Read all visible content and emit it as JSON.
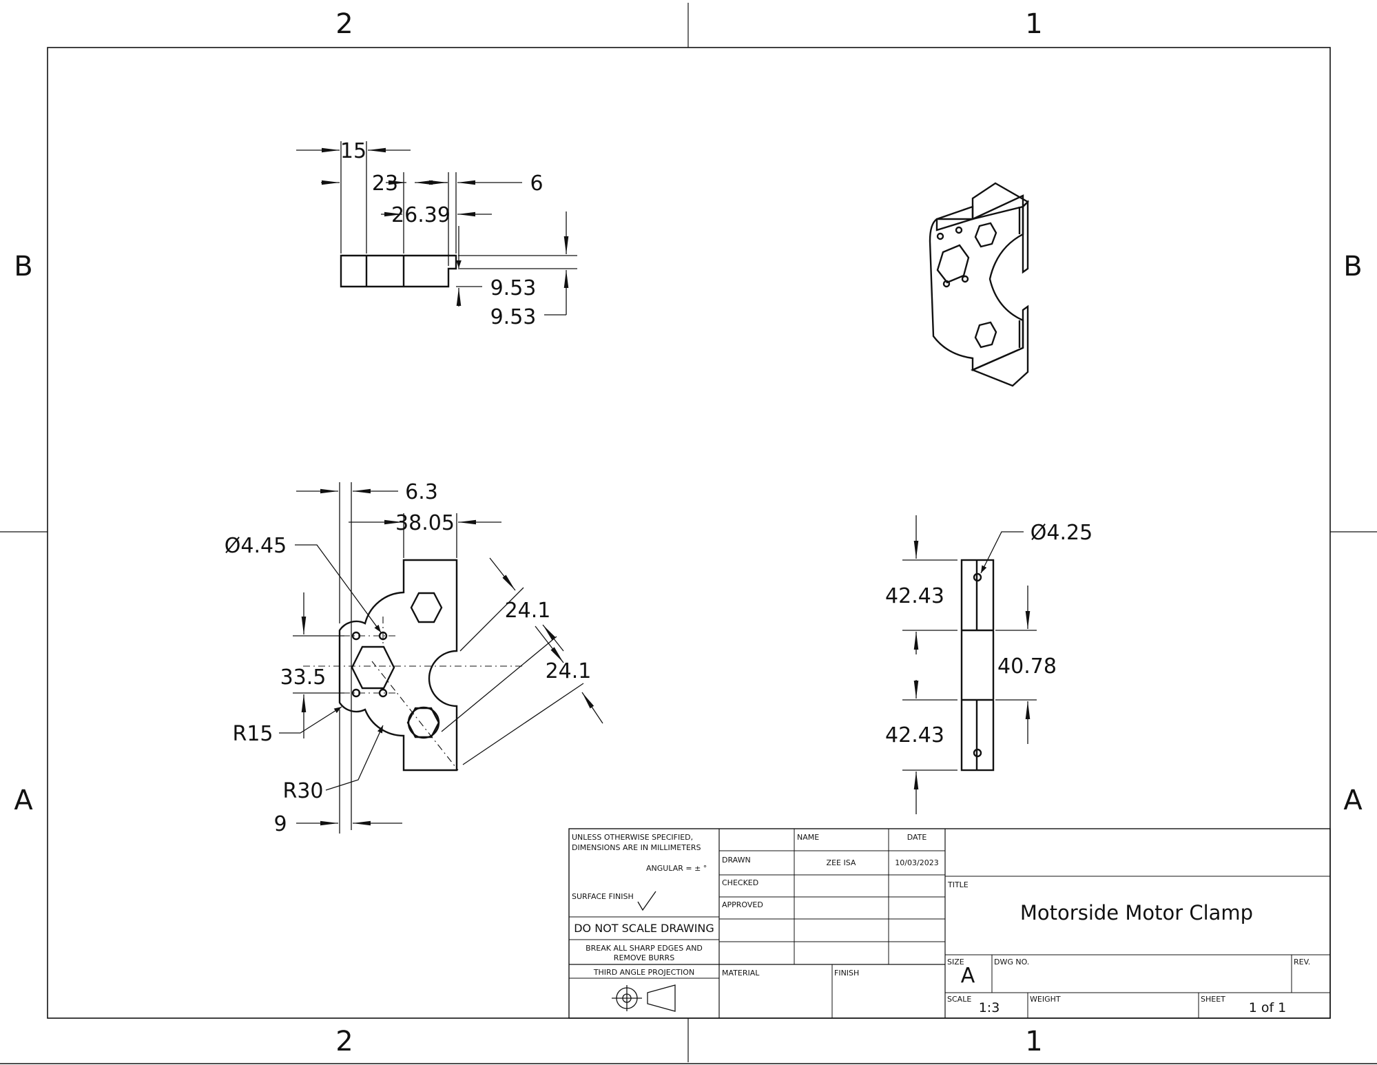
{
  "zones": {
    "top": [
      "2",
      "1"
    ],
    "bottom": [
      "2",
      "1"
    ],
    "left": [
      "B",
      "A"
    ],
    "right": [
      "B",
      "A"
    ]
  },
  "dimensions": {
    "top_view": {
      "d15": "15",
      "d23": "23",
      "d6": "6",
      "d26_39": "26.39",
      "d9_53_a": "9.53",
      "d9_53_b": "9.53"
    },
    "front_view": {
      "d6_3": "6.3",
      "d38_05": "38.05",
      "hole_dia": "Ø4.45",
      "d24_1_a": "24.1",
      "d24_1_b": "24.1",
      "d33_5": "33.5",
      "r15": "R15",
      "r30": "R30",
      "d9": "9"
    },
    "side_view": {
      "hole_dia": "Ø4.25",
      "d42_43_a": "42.43",
      "d40_78": "40.78",
      "d42_43_b": "42.43"
    }
  },
  "title_block": {
    "tolerance_note_1": "UNLESS OTHERWISE SPECIFIED,",
    "tolerance_note_2": "DIMENSIONS ARE IN MILLIMETERS",
    "angular": "ANGULAR = ± °",
    "surface_finish": "SURFACE FINISH",
    "do_not_scale": "DO NOT SCALE DRAWING",
    "break_edges_1": "BREAK ALL SHARP EDGES AND",
    "break_edges_2": "REMOVE BURRS",
    "projection": "THIRD ANGLE PROJECTION",
    "name_header": "NAME",
    "date_header": "DATE",
    "drawn_label": "DRAWN",
    "drawn_name": "ZEE ISA",
    "drawn_date": "10/03/2023",
    "checked_label": "CHECKED",
    "approved_label": "APPROVED",
    "material_label": "MATERIAL",
    "finish_label": "FINISH",
    "title_label": "TITLE",
    "title": "Motorside Motor Clamp",
    "size_label": "SIZE",
    "size": "A",
    "dwg_no_label": "DWG NO.",
    "rev_label": "REV.",
    "scale_label": "SCALE",
    "scale": "1:3",
    "weight_label": "WEIGHT",
    "sheet_label": "SHEET",
    "sheet": "1 of 1"
  }
}
